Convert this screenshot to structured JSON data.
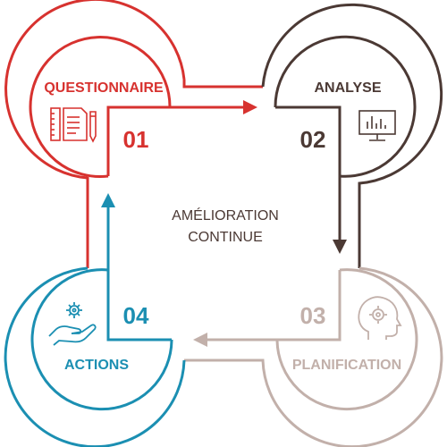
{
  "center": {
    "line1": "AMÉLIORATION",
    "line2": "CONTINUE"
  },
  "steps": [
    {
      "number": "01",
      "label": "QUESTIONNAIRE",
      "icon": "document-tools-icon",
      "color": "#d7322f"
    },
    {
      "number": "02",
      "label": "ANALYSE",
      "icon": "monitor-chart-icon",
      "color": "#4b3934"
    },
    {
      "number": "03",
      "label": "PLANIFICATION",
      "icon": "head-gear-icon",
      "color": "#c2b0aa"
    },
    {
      "number": "04",
      "label": "ACTIONS",
      "icon": "hand-gear-icon",
      "color": "#1b8fb2"
    }
  ]
}
